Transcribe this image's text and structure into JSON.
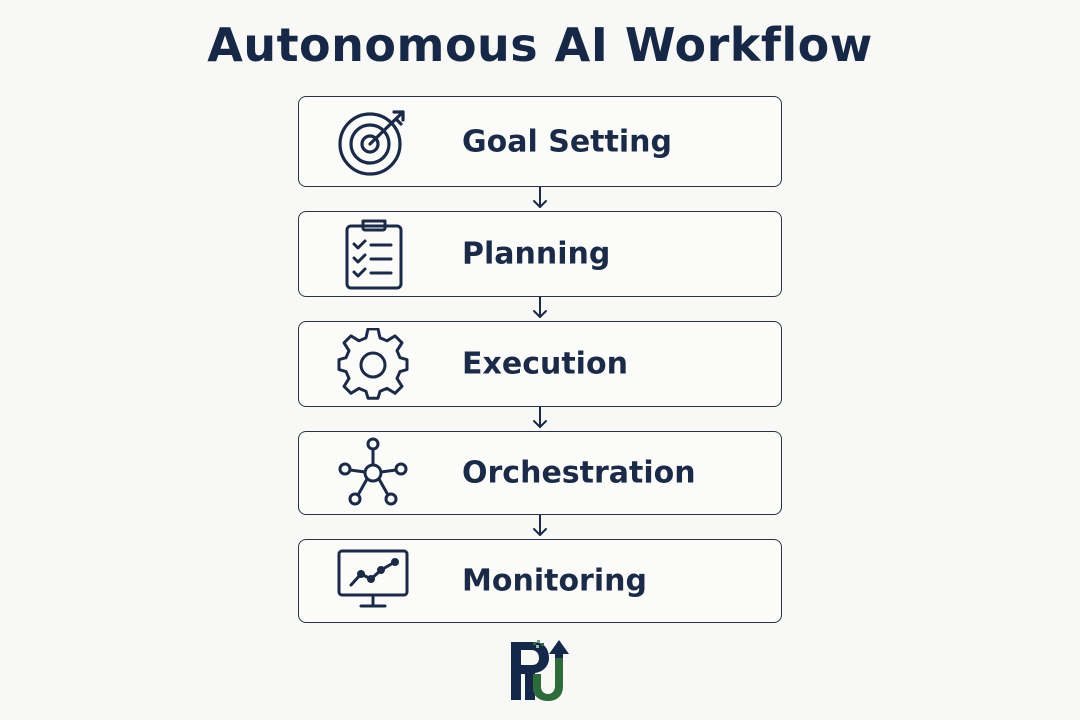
{
  "title": "Autonomous AI Workflow",
  "colors": {
    "ink": "#18294a",
    "border": "#2a3446",
    "background": "#f8f8f6",
    "logo_green": "#2e6b3b"
  },
  "steps": [
    {
      "label": "Goal Setting",
      "icon": "target-icon"
    },
    {
      "label": "Planning",
      "icon": "clipboard-checklist-icon"
    },
    {
      "label": "Execution",
      "icon": "gear-icon"
    },
    {
      "label": "Orchestration",
      "icon": "network-hub-icon"
    },
    {
      "label": "Monitoring",
      "icon": "monitor-chart-icon"
    }
  ],
  "logo": {
    "text": "RU"
  }
}
